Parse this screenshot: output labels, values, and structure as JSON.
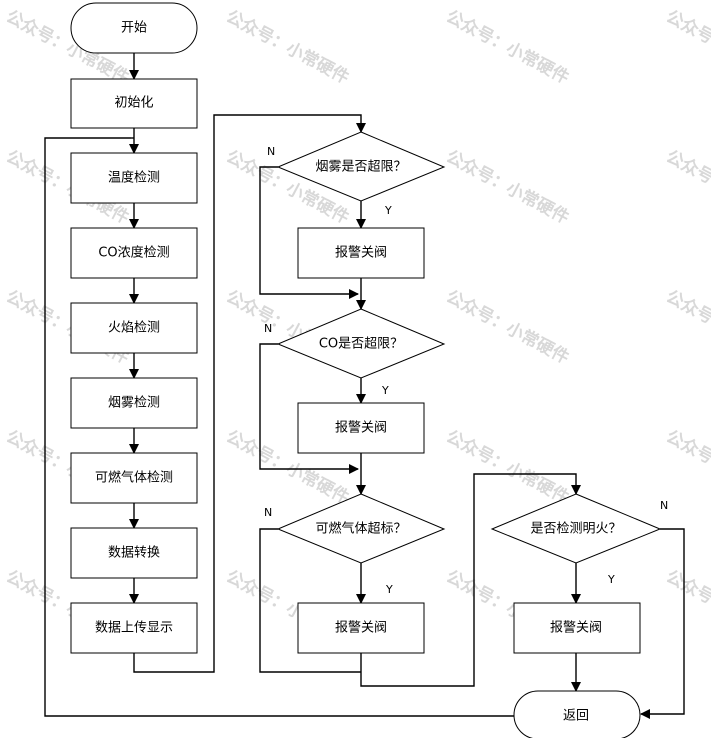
{
  "watermark": "公众号：小常硬件",
  "nodes": {
    "start": "开始",
    "init": "初始化",
    "temp": "温度检测",
    "co": "CO浓度检测",
    "flame": "火焰检测",
    "smoke": "烟雾检测",
    "gas": "可燃气体检测",
    "convert": "数据转换",
    "upload": "数据上传显示",
    "q_smoke": "烟雾是否超限？",
    "q_co": "CO是否超限？",
    "q_gas": "可燃气体超标？",
    "q_fire": "是否检测明火？",
    "alarm1": "报警关阀",
    "alarm2": "报警关阀",
    "alarm3": "报警关阀",
    "alarm4": "报警关阀",
    "ret": "返回"
  },
  "labels": {
    "n1": "N",
    "y1": "Y",
    "n2": "N",
    "y2": "Y",
    "n3": "N",
    "y3": "Y",
    "n4": "N",
    "y4": "Y"
  }
}
